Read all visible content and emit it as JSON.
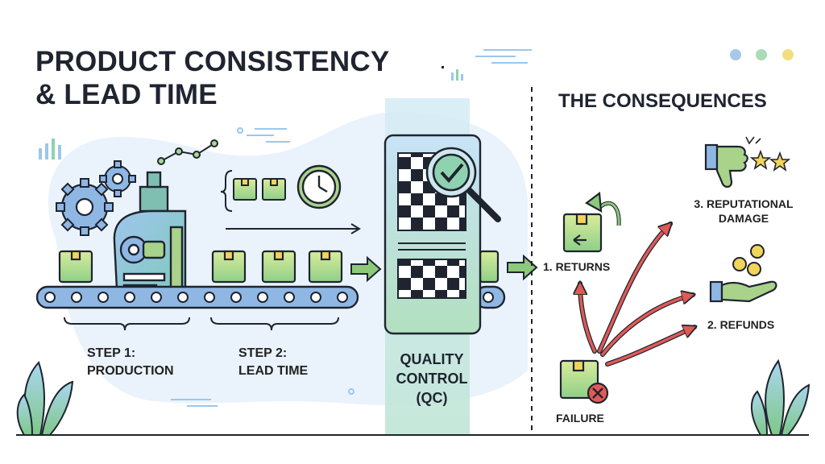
{
  "title": {
    "line1": "PRODUCT CONSISTENCY",
    "line2": "& LEAD TIME"
  },
  "steps": {
    "step1": {
      "line1": "STEP 1:",
      "line2": "PRODUCTION"
    },
    "step2": {
      "line1": "STEP 2:",
      "line2": "LEAD TIME"
    }
  },
  "quality_control": {
    "line1": "QUALITY",
    "line2": "CONTROL",
    "line3": "(QC)"
  },
  "consequences": {
    "heading": "THE CONSEQUENCES",
    "returns": "1. RETURNS",
    "refunds": "2. REFUNDS",
    "reputational_line1": "3. REPUTATIONAL",
    "reputational_line2": "DAMAGE",
    "failure": "FAILURE"
  },
  "colors": {
    "dark": "#1f2430",
    "blob": "#eaf3fb",
    "box_green": "#a8d78a",
    "arrow_green": "#8cc97a",
    "arrow_red": "#e05a55",
    "dot_blue": "#a7c8ea",
    "dot_green": "#a9dcb7",
    "dot_yellow": "#f1df7d"
  }
}
